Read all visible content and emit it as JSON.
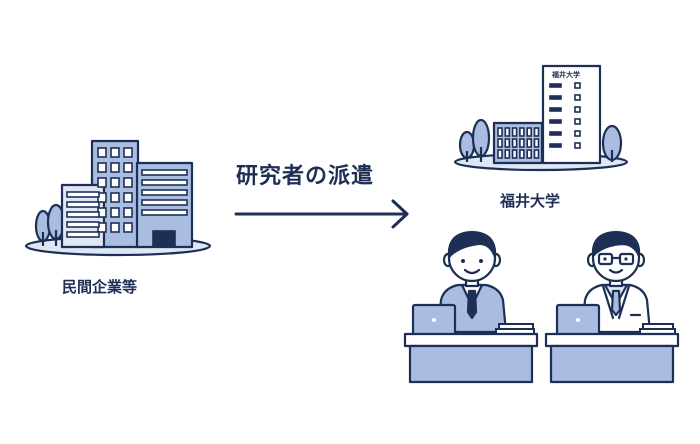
{
  "labels": {
    "company": "民間企業等",
    "dispatch": "研究者の派遣",
    "university": "福井大学",
    "university_sign": "福井大学"
  },
  "colors": {
    "outline": "#1e2f55",
    "building_fill": "#a9bde0",
    "building_light": "#dfe7f5",
    "window_white": "#ffffff",
    "skin": "#ffffff"
  },
  "icons": {
    "arrow": "right-arrow-icon",
    "company_building": "office-building-icon",
    "university_building": "university-building-icon",
    "researcher_suit": "person-suit-icon",
    "researcher_labcoat": "person-labcoat-icon",
    "laptop": "laptop-icon",
    "desk": "desk-icon"
  }
}
